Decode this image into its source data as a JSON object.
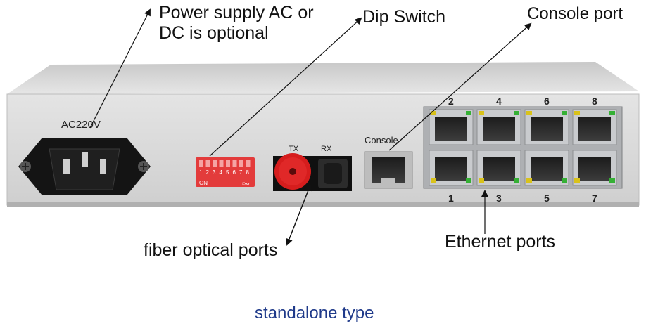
{
  "callouts": {
    "power": [
      "Power supply AC or",
      "DC is optional"
    ],
    "dip_switch": "Dip Switch",
    "console_port": "Console port",
    "fiber_ports": "fiber optical ports",
    "ethernet_ports": "Ethernet ports"
  },
  "device": {
    "power_rating": "AC220V",
    "fiber_tx": "TX",
    "fiber_rx": "RX",
    "console_label": "Console",
    "dip_numbers": [
      "1",
      "2",
      "3",
      "4",
      "5",
      "6",
      "7",
      "8"
    ],
    "dip_on": "ON",
    "port_numbers_top": [
      "2",
      "4",
      "6",
      "8"
    ],
    "port_numbers_bottom": [
      "1",
      "3",
      "5",
      "7"
    ]
  },
  "caption": "standalone type",
  "colors": {
    "panel": "#dcdcdc",
    "dip_switch": "#e33b3b",
    "fiber_connector": "#d61d1d",
    "led_yellow": "#d9c21a",
    "led_green": "#35b035",
    "caption": "#1f3a8a"
  }
}
